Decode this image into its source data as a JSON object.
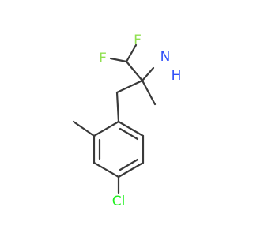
{
  "molecule": {
    "atoms": [
      {
        "id": "F1",
        "symbol": "F",
        "label": "F",
        "color": "#90e050"
      },
      {
        "id": "F2",
        "symbol": "F",
        "label": "F",
        "color": "#90e050"
      },
      {
        "id": "N",
        "symbol": "N",
        "label": "N",
        "color": "#3050f8"
      },
      {
        "id": "H2",
        "symbol": "H",
        "label": "H",
        "color": "#3050f8"
      },
      {
        "id": "Cl",
        "symbol": "Cl",
        "label": "Cl",
        "color": "#1ff01f"
      }
    ],
    "bond_color": "#3a3a3a"
  }
}
